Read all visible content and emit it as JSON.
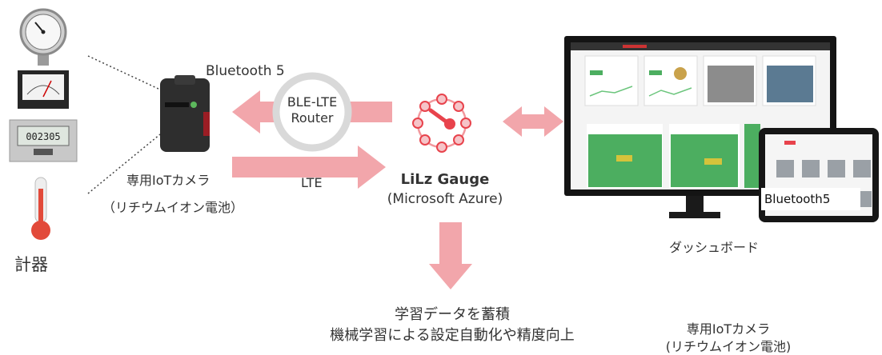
{
  "instruments": {
    "label": "計器",
    "items": [
      "pressure-gauge",
      "analog-meter",
      "digital-counter",
      "thermometer"
    ]
  },
  "camera": {
    "protocol_label": "Bluetooth 5",
    "name_line1": "専用IoTカメラ",
    "name_line2": "（リチウムイオン電池）",
    "lte_label": "LTE"
  },
  "router": {
    "line1": "BLE-LTE",
    "line2": "Router"
  },
  "cloud": {
    "name": "LiLz Gauge",
    "platform": "(Microsoft Azure)"
  },
  "dashboard": {
    "label": "ダッシュボード",
    "tablet_label": "Bluetooth5"
  },
  "learning": {
    "line1": "学習データを蓄積",
    "line2": "機械学習による設定自動化や精度向上"
  },
  "footer": {
    "line1": "専用IoTカメラ",
    "line2": "(リチウムイオン電池)"
  },
  "colors": {
    "arrow": "#f2a6ab",
    "accent": "#e8434c",
    "router_ring": "#d9d9d9",
    "panel_green": "#4cae60"
  }
}
